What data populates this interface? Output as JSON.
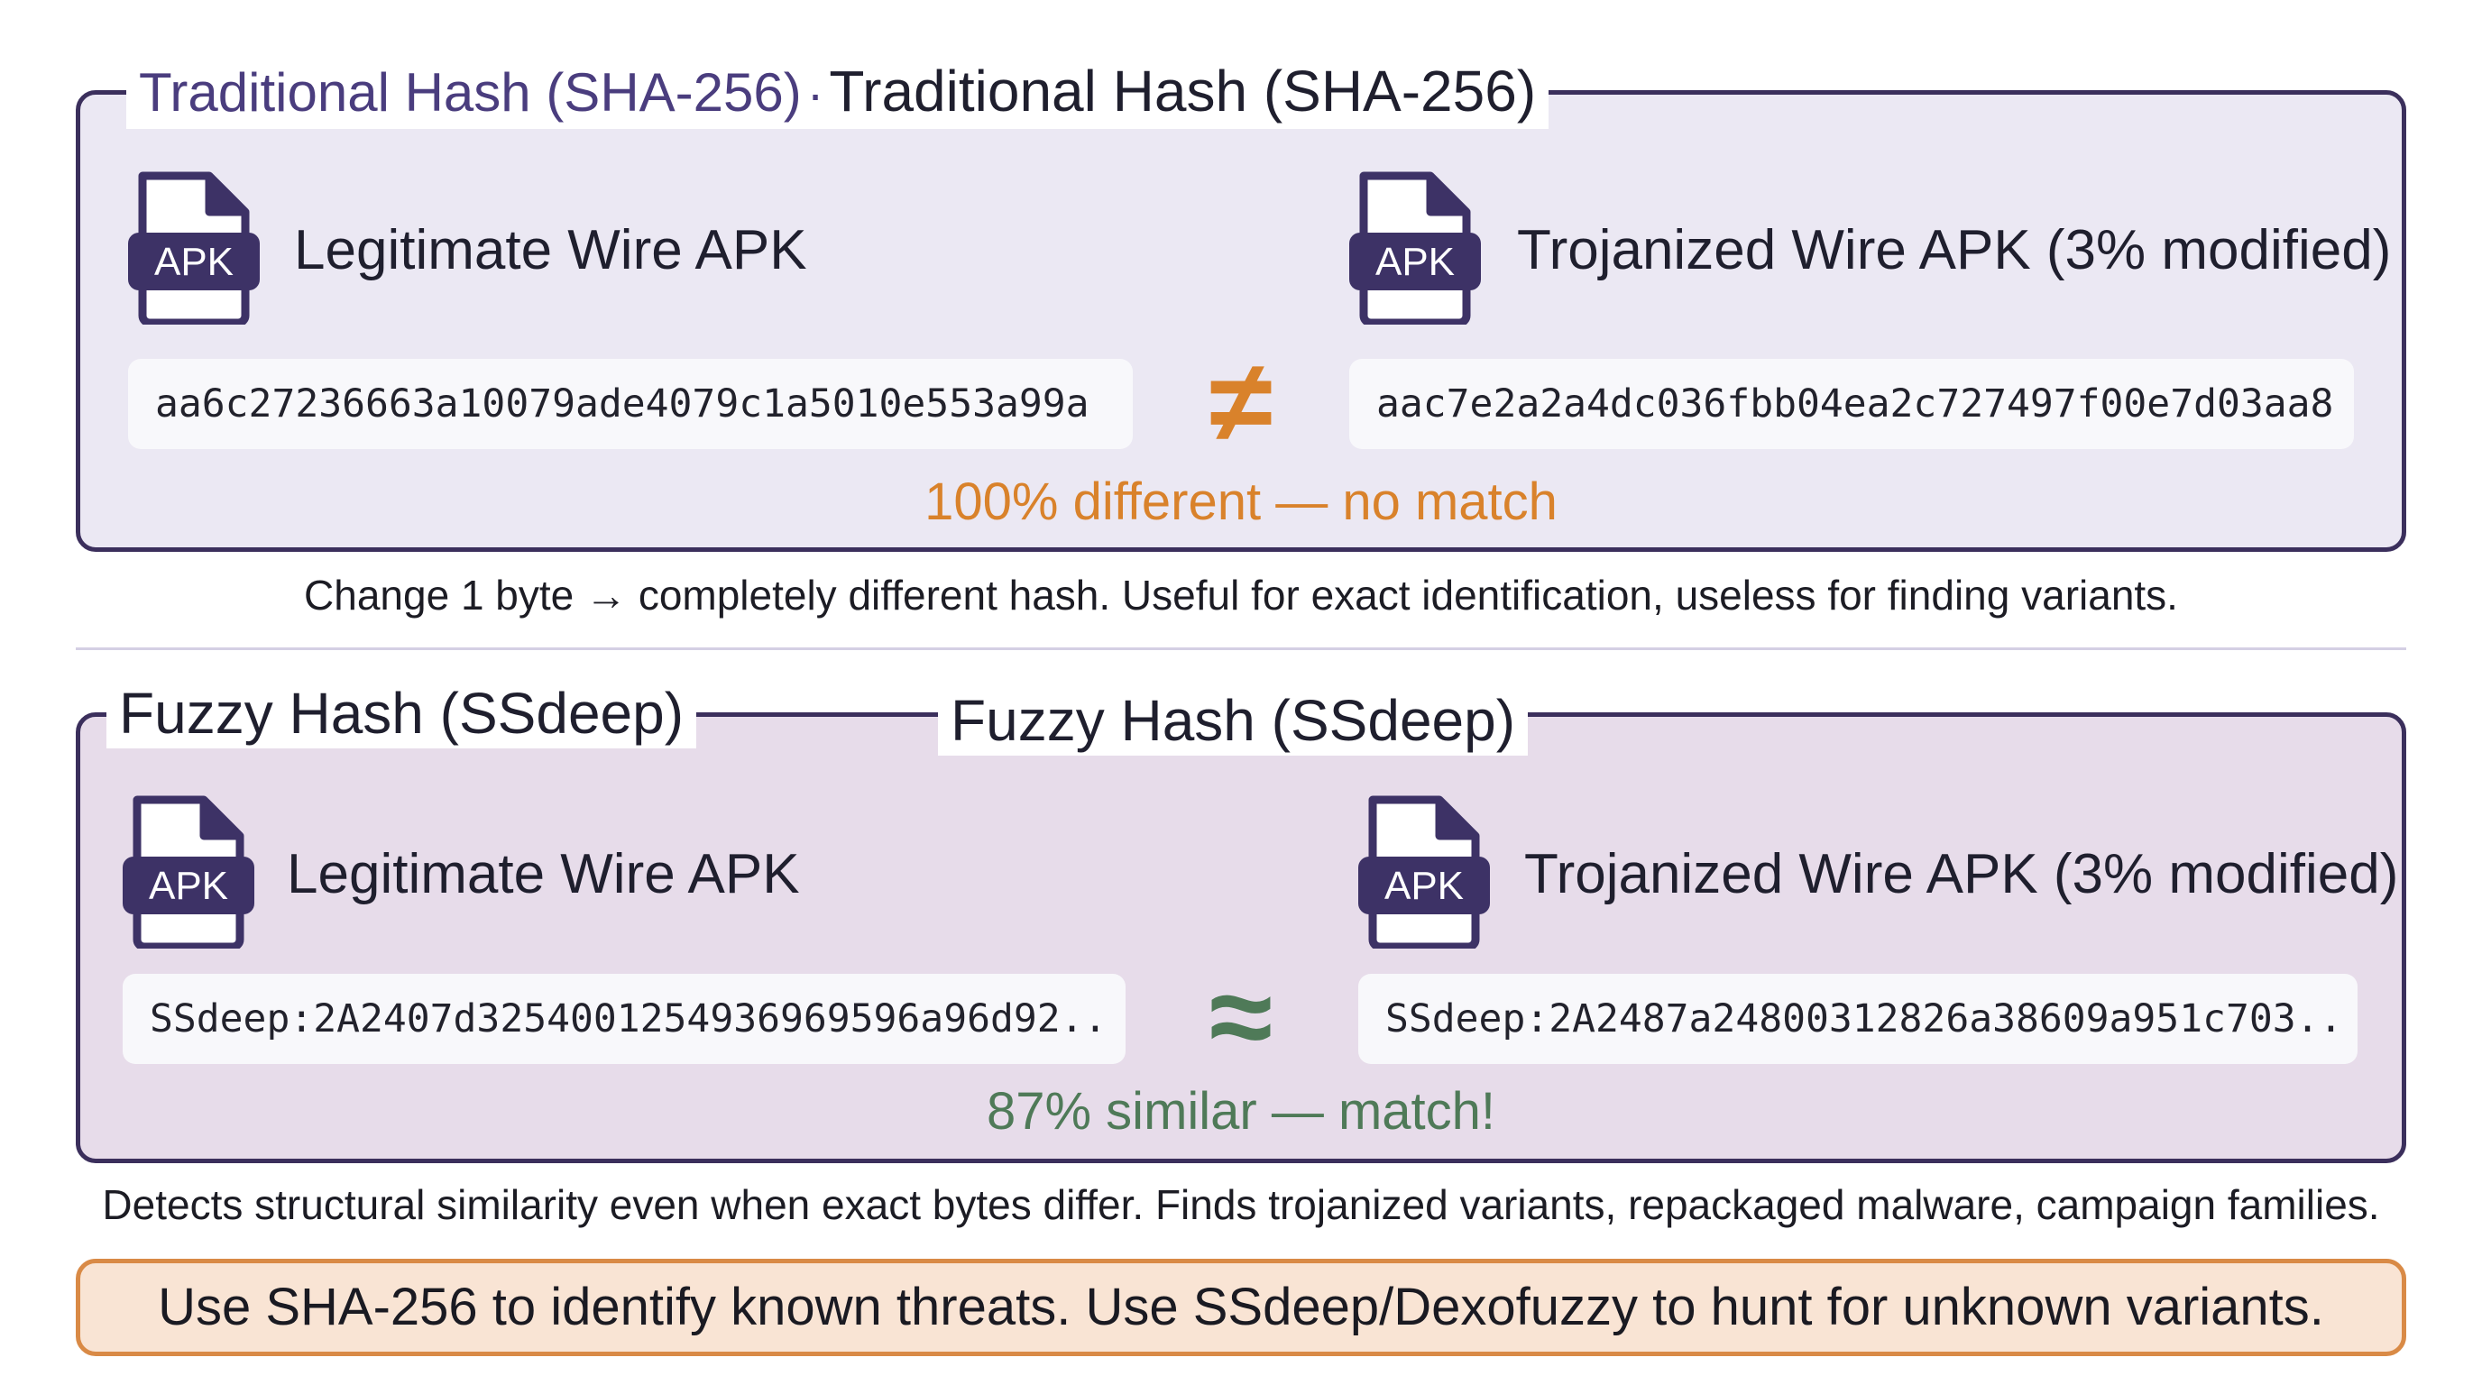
{
  "colors": {
    "panel_border": "#3b2f5c",
    "sha_panel_bg": "#ebe8f3",
    "fuzzy_panel_bg": "#e7dcea",
    "icon_purple": "#3d3266",
    "not_equal_orange": "#d9822b",
    "similar_green": "#4f7a58",
    "callout_bg": "#f9e4d4",
    "callout_border": "#d98a46"
  },
  "traditional": {
    "title_small": "Traditional Hash (SHA-256)",
    "separator": "·",
    "title": "Traditional Hash (SHA-256)",
    "left_icon_text": "APK",
    "left_label": "Legitimate Wire APK",
    "left_hash": "aa6c27236663a10079ade4079c1a5010e553a99a",
    "right_icon_text": "APK",
    "right_label": "Trojanized Wire APK (3% modified)",
    "right_hash": "aac7e2a2a4dc036fbb04ea2c727497f00e7d03aa8",
    "relation_symbol": "≠",
    "verdict": "100% different — no match",
    "caption": "Change 1 byte → completely different hash. Useful for exact identification, useless for finding variants."
  },
  "fuzzy": {
    "title_left": "Fuzzy Hash (SSdeep)",
    "title": "Fuzzy Hash (SSdeep)",
    "left_icon_text": "APK",
    "left_label": "Legitimate Wire APK",
    "left_hash": "SSdeep:2A2407d3254001254936969596a96d92..",
    "right_icon_text": "APK",
    "right_label": "Trojanized Wire APK (3% modified)",
    "right_hash": "SSdeep:2A2487a24800312826a38609a951c703..",
    "relation_symbol": "≈",
    "verdict": "87% similar — match!",
    "caption": "Detects structural similarity even when exact bytes differ. Finds trojanized variants, repackaged malware, campaign families."
  },
  "callout": "Use SHA-256 to identify known threats. Use SSdeep/Dexofuzzy to hunt for unknown variants."
}
